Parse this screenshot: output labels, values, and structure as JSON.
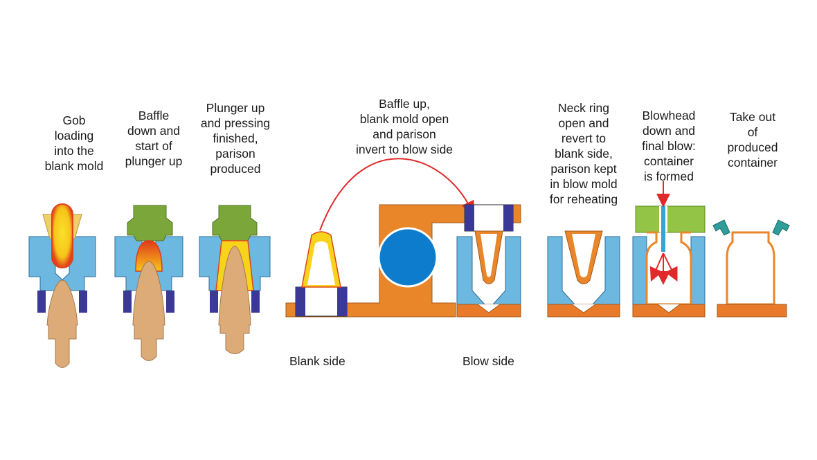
{
  "steps": [
    {
      "caption": "Gob\nloading\ninto the\nblank mold"
    },
    {
      "caption": "Baffle\ndown and\nstart of\nplunger up"
    },
    {
      "caption": "Plunger up\nand pressing\nfinished,\nparison\nproduced"
    },
    {
      "caption": "Baffle up,\nblank mold open\nand parison\ninvert to blow side"
    },
    {
      "caption": "Neck ring\nopen and\nrevert to\nblank side,\nparison kept\nin blow mold\nfor reheating"
    },
    {
      "caption": "Blowhead\ndown and\nfinal blow:\ncontainer\nis formed"
    },
    {
      "caption": "Take out\nof\nproduced\ncontainer"
    }
  ],
  "labels": {
    "blank_side": "Blank side",
    "blow_side": "Blow side"
  },
  "colors": {
    "mold": "#6db8e0",
    "plunger": "#ddab78",
    "baffle": "#7aa63a",
    "gob": "#f7d31c",
    "gob_hot": "#e03a1a",
    "neck_ring": "#3a3a96",
    "invert_arm": "#e9862a",
    "blowhead": "#93c446",
    "tongs": "#2f9d9a",
    "arrow": "#e02a2a"
  }
}
